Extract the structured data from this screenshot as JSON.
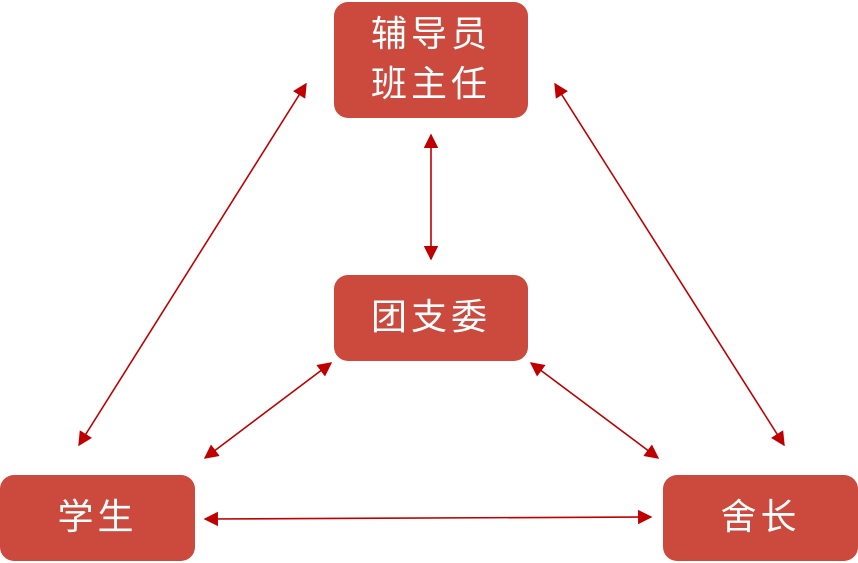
{
  "nodes": {
    "counselor": {
      "line1": "辅导员",
      "line2": "班主任"
    },
    "league": {
      "label": "团支委"
    },
    "student": {
      "label": "学生"
    },
    "dorm_head": {
      "label": "舍长"
    }
  },
  "colors": {
    "box": "#cb4a3d",
    "arrow": "#c00000",
    "text": "#ffffff"
  }
}
